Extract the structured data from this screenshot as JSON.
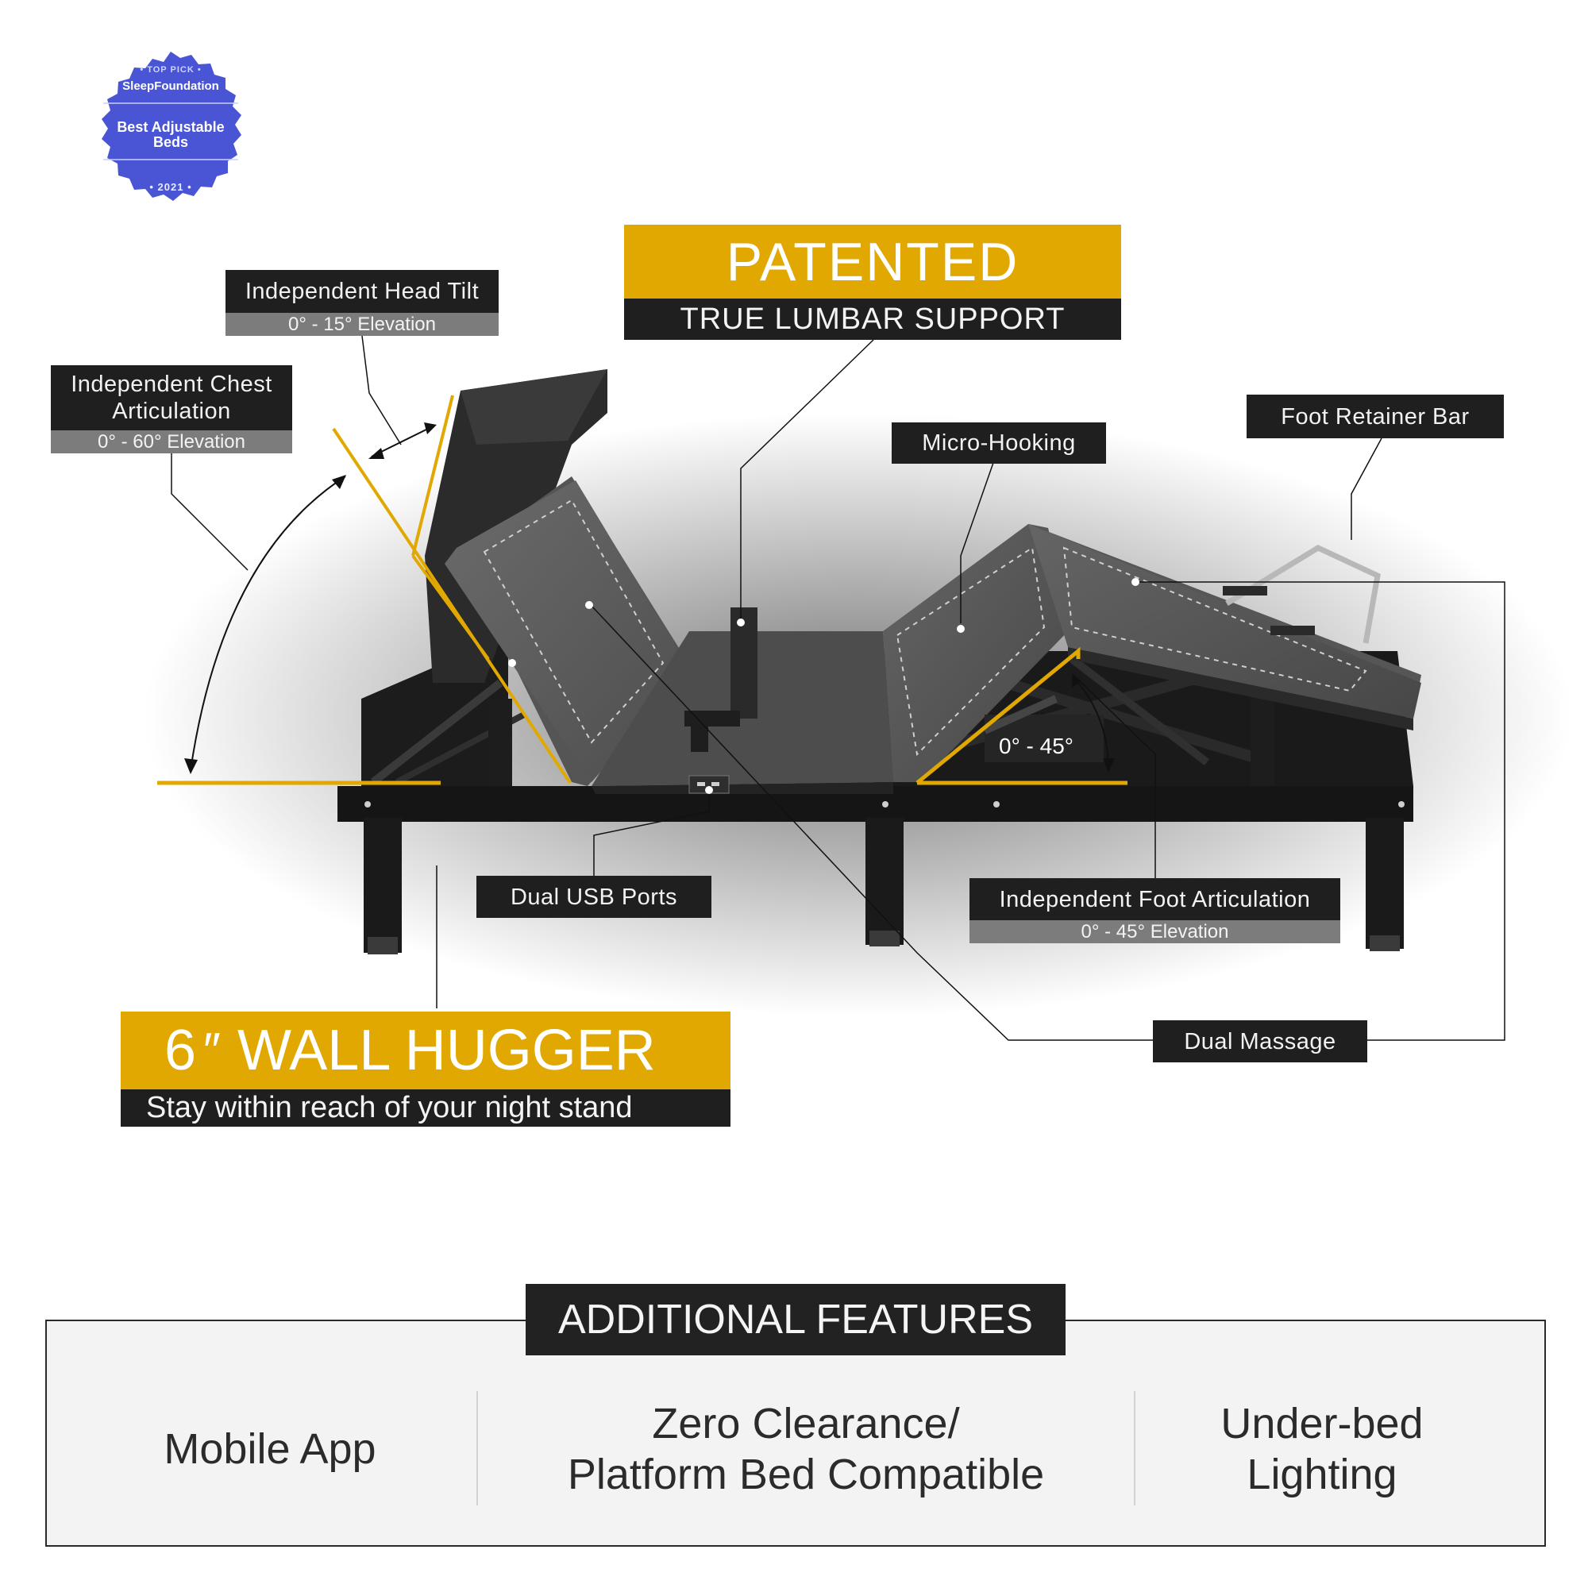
{
  "badge": {
    "top_line": "• TOP PICK •",
    "brand": "SleepFoundation",
    "title_line1": "Best Adjustable",
    "title_line2": "Beds",
    "year": "• 2021 •",
    "color": "#4a55d6"
  },
  "callouts": {
    "head_tilt": {
      "title": "Independent Head Tilt",
      "range": "0° - 15° Elevation"
    },
    "chest": {
      "title_line1": "Independent Chest",
      "title_line2": "Articulation",
      "range": "0° - 60° Elevation"
    },
    "lumbar": {
      "headline": "PATENTED",
      "subline": "TRUE LUMBAR SUPPORT"
    },
    "micro_hooking": {
      "title": "Micro-Hooking"
    },
    "foot_retainer": {
      "title": "Foot Retainer Bar"
    },
    "usb": {
      "title": "Dual USB Ports"
    },
    "foot": {
      "title": "Independent Foot Articulation",
      "range": "0° - 45° Elevation",
      "angle_label": "0° - 45°"
    },
    "massage": {
      "title": "Dual Massage"
    },
    "wall_hugger": {
      "headline_number": "6",
      "headline_unit": "″",
      "headline_text": "WALL HUGGER",
      "subline": "Stay within reach of your night stand"
    }
  },
  "features": {
    "title": "ADDITIONAL FEATURES",
    "items": [
      {
        "line1": "Mobile App",
        "line2": ""
      },
      {
        "line1": "Zero Clearance/",
        "line2": "Platform Bed Compatible"
      },
      {
        "line1": "Under-bed",
        "line2": "Lighting"
      }
    ]
  },
  "colors": {
    "accent_gold": "#e0a800",
    "label_dark": "#1f1f1f",
    "label_gray": "#7c7c7c",
    "bed_gray": "#5a5a5a"
  }
}
